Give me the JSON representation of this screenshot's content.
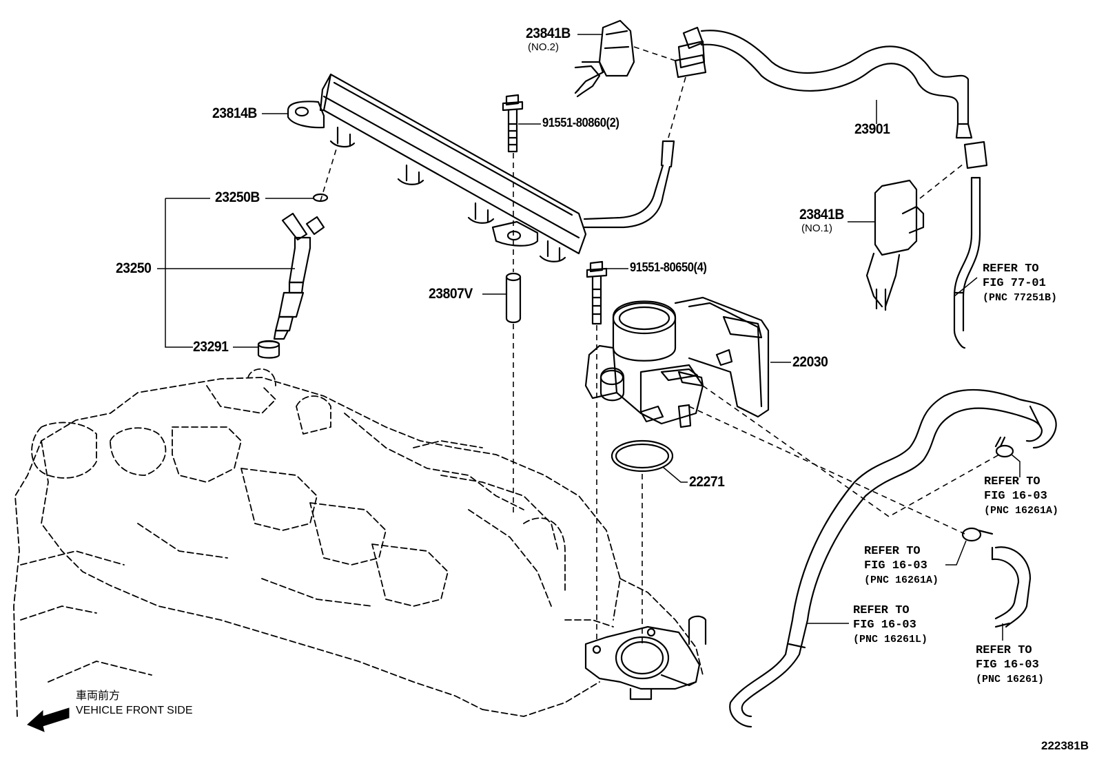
{
  "parts": {
    "p23841b_no2": {
      "number": "23841B",
      "qualifier": "(NO.2)"
    },
    "p23814b": {
      "number": "23814B"
    },
    "p91551_80860": {
      "number": "91551-80860(2)"
    },
    "p23901": {
      "number": "23901"
    },
    "p23841b_no1": {
      "number": "23841B",
      "qualifier": "(NO.1)"
    },
    "p23250b": {
      "number": "23250B"
    },
    "p23250": {
      "number": "23250"
    },
    "p23291": {
      "number": "23291"
    },
    "p23807v": {
      "number": "23807V"
    },
    "p91551_80650": {
      "number": "91551-80650(4)"
    },
    "p22030": {
      "number": "22030"
    },
    "p22271": {
      "number": "22271"
    }
  },
  "references": {
    "fig77_01": {
      "line1": "REFER TO",
      "line2": "FIG 77-01",
      "line3": "(PNC 77251B)"
    },
    "fig16_03_a_top": {
      "line1": "REFER TO",
      "line2": "FIG 16-03",
      "line3": "(PNC 16261A)"
    },
    "fig16_03_a_mid": {
      "line1": "REFER TO",
      "line2": "FIG 16-03",
      "line3": "(PNC 16261A)"
    },
    "fig16_03_l": {
      "line1": "REFER TO",
      "line2": "FIG 16-03",
      "line3": "(PNC 16261L)"
    },
    "fig16_03": {
      "line1": "REFER TO",
      "line2": "FIG 16-03",
      "line3": "(PNC 16261)"
    }
  },
  "orientation": {
    "japanese": "車両前方",
    "english": "VEHICLE FRONT SIDE",
    "arrow_icon": "arrow-left-down-icon"
  },
  "figure_number": "222381B"
}
